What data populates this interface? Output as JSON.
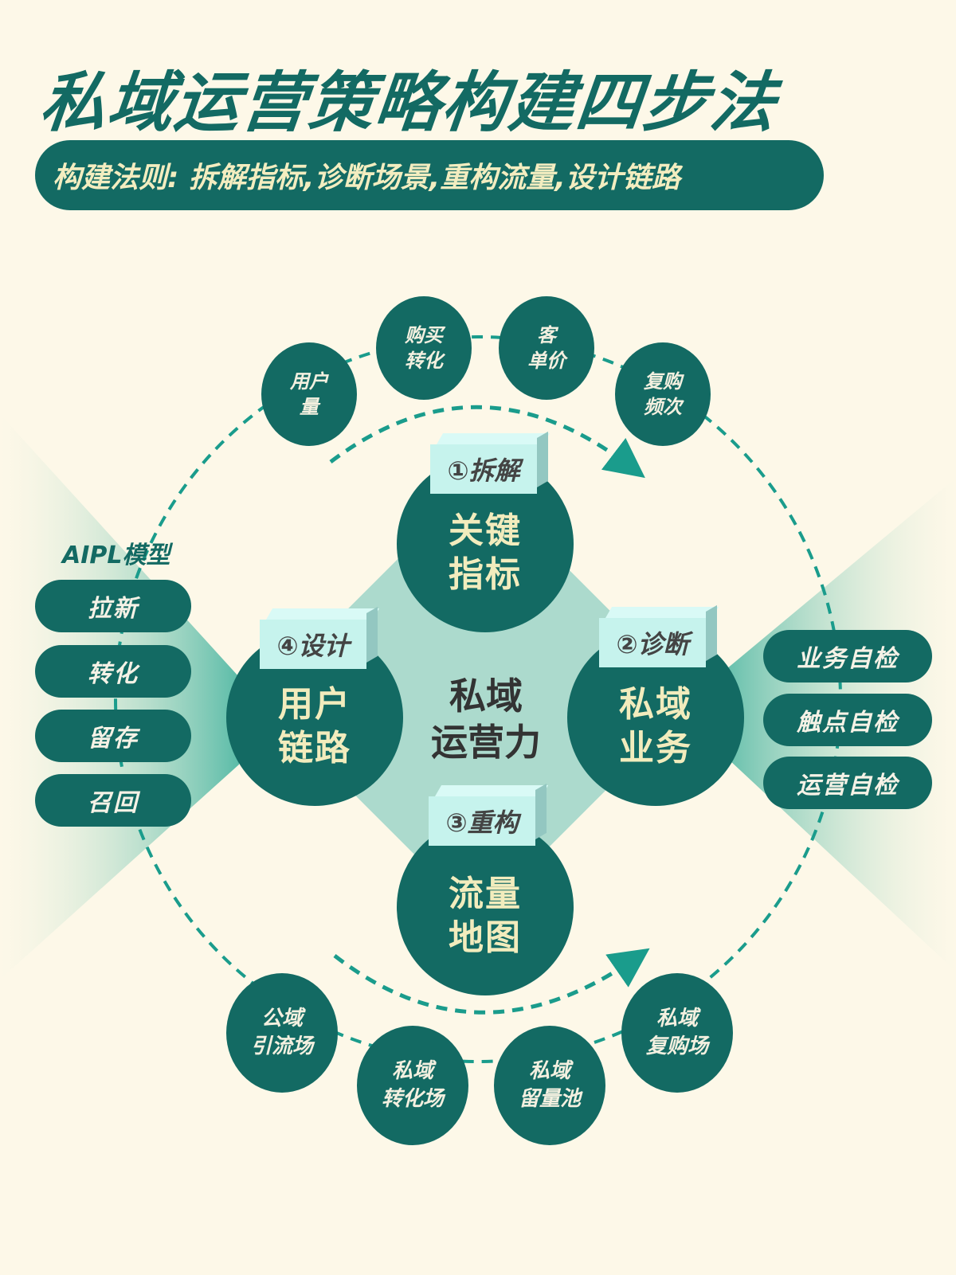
{
  "title": "私域运营策略构建四步法",
  "subtitle": "构建法则: 拆解指标,诊断场景,重构流量,设计链路",
  "colors": {
    "background": "#fdf8e8",
    "primary": "#136a63",
    "center_fill": "#acdacd",
    "label_box": "#c6f3ed",
    "dashed_line": "#1a9c8c",
    "accent_text": "#f2ecbd"
  },
  "center": {
    "line1": "私域",
    "line2": "运营力"
  },
  "steps": [
    {
      "badge": "①拆解",
      "line1": "关键",
      "line2": "指标"
    },
    {
      "badge": "②诊断",
      "line1": "私域",
      "line2": "业务"
    },
    {
      "badge": "③重构",
      "line1": "流量",
      "line2": "地图"
    },
    {
      "badge": "④设计",
      "line1": "用户",
      "line2": "链路"
    }
  ],
  "top_metrics": [
    {
      "line1": "用户",
      "line2": "量"
    },
    {
      "line1": "购买",
      "line2": "转化"
    },
    {
      "line1": "客",
      "line2": "单价"
    },
    {
      "line1": "复购",
      "line2": "频次"
    }
  ],
  "bottom_scenes": [
    {
      "line1": "公域",
      "line2": "引流场"
    },
    {
      "line1": "私域",
      "line2": "转化场"
    },
    {
      "line1": "私域",
      "line2": "留量池"
    },
    {
      "line1": "私域",
      "line2": "复购场"
    }
  ],
  "aipl": {
    "title": "AIPL模型",
    "items": [
      "拉新",
      "转化",
      "留存",
      "召回"
    ]
  },
  "self_check": {
    "items": [
      "业务自检",
      "触点自检",
      "运营自检"
    ]
  }
}
